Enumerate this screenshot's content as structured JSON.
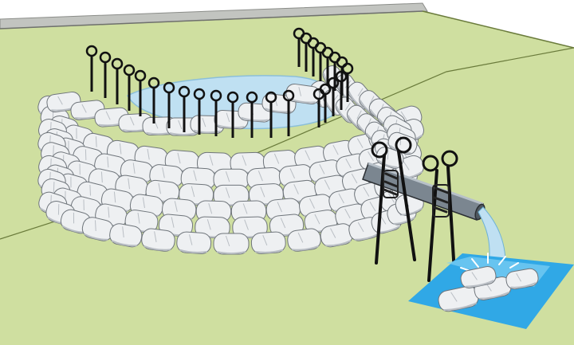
{
  "figure": {
    "kind": "illustration",
    "text_labels": [],
    "elements": {
      "background_top": "white",
      "ground": "grass-slope",
      "road": "curb-edge",
      "wall": "sandbag-ring-wall",
      "pond": "impounded-water",
      "stakes": "ring-top-stakes",
      "pipe": "outlet-pipe",
      "supports": "cross-stake-pipe-supports",
      "outfall": "plastic-sheet-with-sandbag-energy-dissipater"
    }
  },
  "colors": {
    "background": "#ffffff",
    "grass": "#cfdfa0",
    "grass_line": "#6a7b3b",
    "road": "#c2c4c0",
    "road_edge": "#8b8d89",
    "sandbag": "#eef0f2",
    "sandbag_shadow": "#b9bec4",
    "sandbag_outline": "#6f757b",
    "water": "#bfe0f2",
    "water_edge": "#8cbfd9",
    "stake": "#111111",
    "pipe": "#7b8690",
    "pipe_highlight": "#b7c0c8",
    "sheet": "#30a8e6",
    "sheet_light": "#7fd0f4",
    "rope": "#222222"
  }
}
